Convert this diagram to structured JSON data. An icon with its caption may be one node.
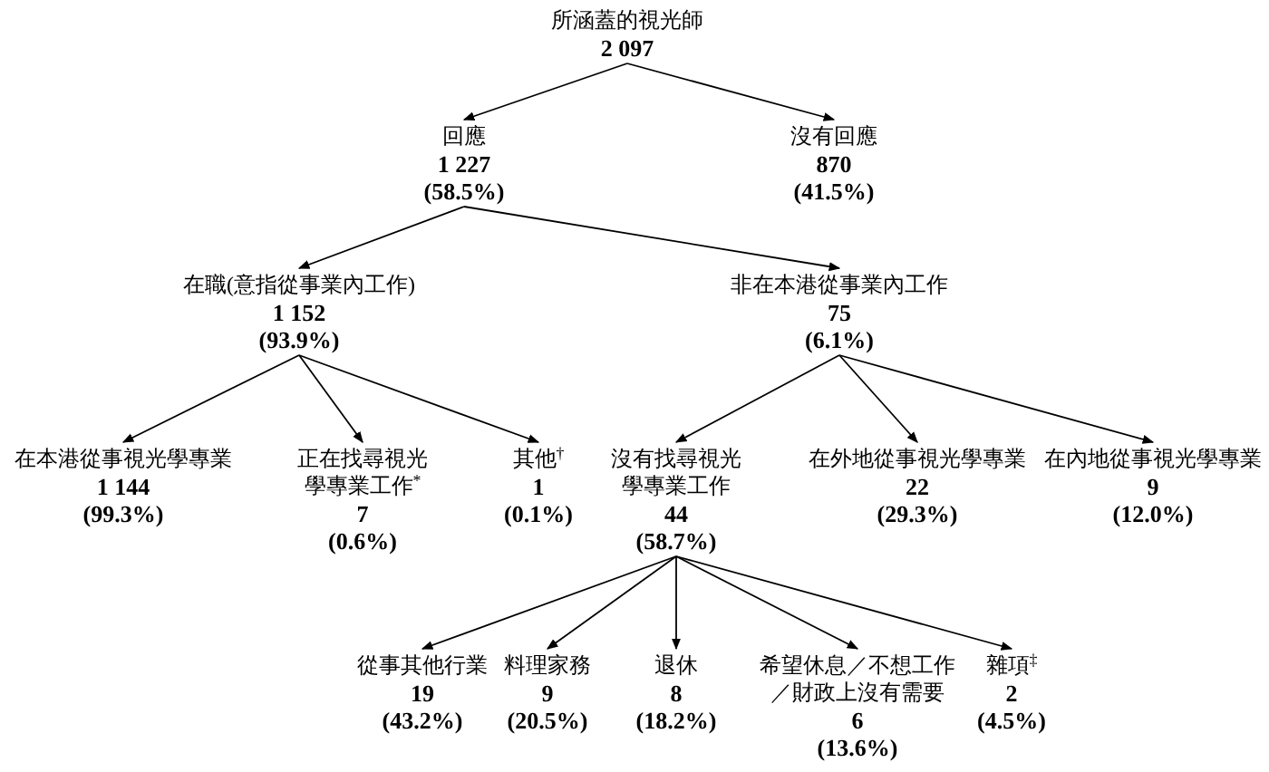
{
  "diagram": {
    "nodes": [
      {
        "text": [
          "所涵蓋的視光師",
          "2 097"
        ]
      },
      {
        "text": [
          "回應",
          "1 227",
          "(58.5%)"
        ]
      },
      {
        "text": [
          "沒有回應",
          "870",
          "(41.5%)"
        ]
      },
      {
        "text": [
          "在職(意指從事業內工作)",
          "1 152",
          "(93.9%)"
        ]
      },
      {
        "text": [
          "非在本港從事業內工作",
          "75",
          "(6.1%)"
        ]
      },
      {
        "text": [
          "在本港從事視光學專業",
          "1 144",
          "(99.3%)"
        ]
      },
      {
        "text": [
          "正在找尋視光學專業工作$^{*}$",
          "7",
          "(0.6%)"
        ]
      },
      {
        "text": [
          "其他$^{†}$",
          "1",
          "(0.1%)"
        ]
      },
      {
        "text": [
          "沒有找尋視光學專業工作",
          "44",
          "(58.7%)"
        ]
      },
      {
        "text": [
          "在外地從事視光學專業",
          "22",
          "(29.3%)"
        ]
      },
      {
        "text": [
          "在內地從事視光學專業",
          "9",
          "(12.0%)"
        ]
      },
      {
        "text": [
          "從事其他行業",
          "19",
          "(43.2%)"
        ]
      },
      {
        "text": [
          "料理家務",
          "9",
          "(20.5%)"
        ]
      },
      {
        "text": [
          "退休",
          "8",
          "(18.2%)"
        ]
      },
      {
        "text": [
          "希望休息／不想工作／財政上沒有需要",
          "6",
          "(13.6%)"
        ]
      },
      {
        "text": [
          "雜項$^{‡}$",
          "2",
          "(4.5%)"
        ]
      }
    ],
    "edges": [
      {
        "from": 0,
        "to": 1,
        "arrow": "to"
      },
      {
        "from": 0,
        "to": 2,
        "arrow": "to"
      },
      {
        "from": 1,
        "to": 3,
        "arrow": "to"
      },
      {
        "from": 1,
        "to": 4,
        "arrow": "to"
      },
      {
        "from": 3,
        "to": 5,
        "arrow": "to"
      },
      {
        "from": 3,
        "to": 6,
        "arrow": "to"
      },
      {
        "from": 3,
        "to": 7,
        "arrow": "to"
      },
      {
        "from": 4,
        "to": 8,
        "arrow": "to"
      },
      {
        "from": 4,
        "to": 9,
        "arrow": "to"
      },
      {
        "from": 4,
        "to": 10,
        "arrow": "to"
      },
      {
        "from": 8,
        "to": 11,
        "arrow": "to"
      },
      {
        "from": 8,
        "to": 12,
        "arrow": "to"
      },
      {
        "from": 8,
        "to": 13,
        "arrow": "to"
      },
      {
        "from": 8,
        "to": 14,
        "arrow": "to"
      },
      {
        "from": 8,
        "to": 15,
        "arrow": "to"
      }
    ]
  }
}
